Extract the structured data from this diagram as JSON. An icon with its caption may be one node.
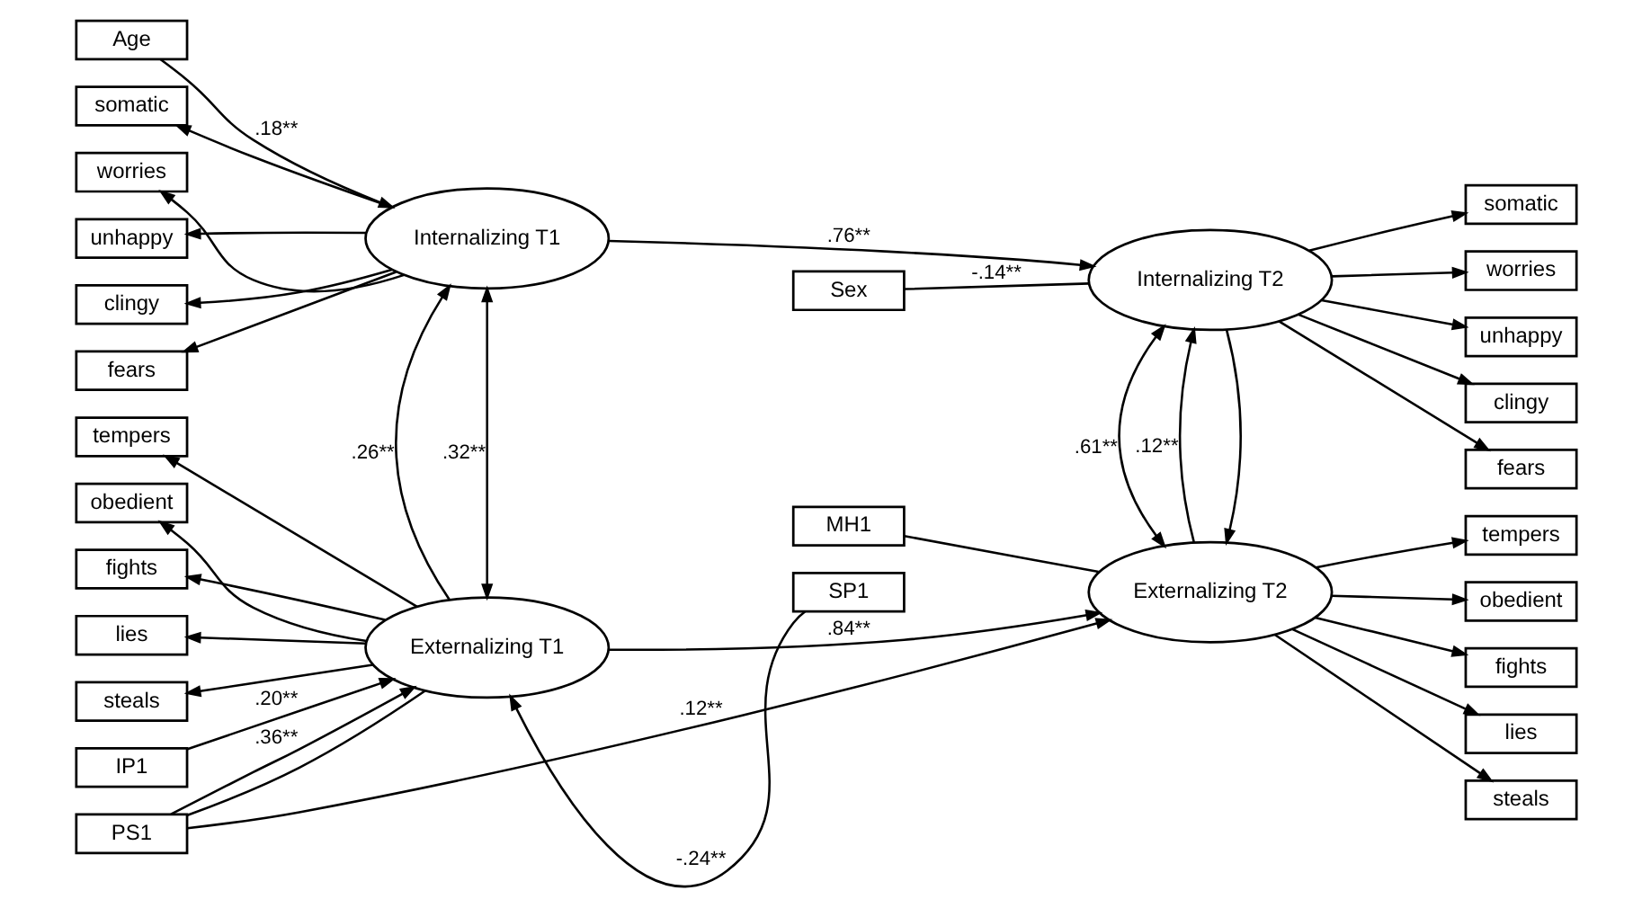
{
  "diagram": {
    "nodes": [
      {
        "text": [
          "Age"
        ]
      },
      {
        "text": [
          "Sex"
        ]
      },
      {
        "text": [
          "somatic"
        ]
      },
      {
        "text": [
          "worries"
        ]
      },
      {
        "text": [
          "unhappy"
        ]
      },
      {
        "text": [
          "clingy"
        ]
      },
      {
        "text": [
          "fears"
        ]
      },
      {
        "text": [
          "Internalizing T1"
        ]
      },
      {
        "text": [
          "Internalizing T2"
        ]
      },
      {
        "text": [
          "somatic"
        ]
      },
      {
        "text": [
          "worries"
        ]
      },
      {
        "text": [
          "unhappy"
        ]
      },
      {
        "text": [
          "clingy"
        ]
      },
      {
        "text": [
          "fears"
        ]
      },
      {
        "text": [
          "tempers"
        ]
      },
      {
        "text": [
          "obedient"
        ]
      },
      {
        "text": [
          "fights"
        ]
      },
      {
        "text": [
          "lies"
        ]
      },
      {
        "text": [
          "steals"
        ]
      },
      {
        "text": [
          "Externalizing T1"
        ]
      },
      {
        "text": [
          "Externalizing T2"
        ]
      },
      {
        "text": [
          "tempers"
        ]
      },
      {
        "text": [
          "obedient"
        ]
      },
      {
        "text": [
          "fights"
        ]
      },
      {
        "text": [
          "lies"
        ]
      },
      {
        "text": [
          "steals"
        ]
      },
      {
        "text": [
          "IP1"
        ]
      },
      {
        "text": [
          "PS1"
        ]
      },
      {
        "text": [
          "MH1"
        ]
      },
      {
        "text": [
          "SP1"
        ]
      }
    ],
    "edges": [
      {
        "from": 0,
        "to": 7,
        "arrow": "to",
        "label": ".18**"
      },
      {
        "from": 1,
        "to": 8,
        "arrow": "none",
        "label": "-.14**"
      },
      {
        "from": 7,
        "to": 2,
        "arrow": "to"
      },
      {
        "from": 7,
        "to": 3,
        "arrow": "to"
      },
      {
        "from": 7,
        "to": 4,
        "arrow": "to"
      },
      {
        "from": 7,
        "to": 5,
        "arrow": "to"
      },
      {
        "from": 7,
        "to": 6,
        "arrow": "to"
      },
      {
        "from": 8,
        "to": 9,
        "arrow": "to"
      },
      {
        "from": 8,
        "to": 10,
        "arrow": "to"
      },
      {
        "from": 8,
        "to": 11,
        "arrow": "to"
      },
      {
        "from": 8,
        "to": 12,
        "arrow": "to"
      },
      {
        "from": 8,
        "to": 13,
        "arrow": "to"
      },
      {
        "from": 7,
        "to": 8,
        "arrow": "to",
        "label": ".76**"
      },
      {
        "from": 7,
        "to": 19,
        "arrow": "both",
        "label": ".32**"
      },
      {
        "from": 19,
        "to": 7,
        "arrow": "to",
        "label": ".26**"
      },
      {
        "from": 8,
        "to": 20,
        "arrow": "to"
      },
      {
        "from": 20,
        "to": 8,
        "arrow": "to",
        "label": ".12**"
      },
      {
        "from": 8,
        "to": 20,
        "arrow": "both",
        "label": ".61**"
      },
      {
        "from": 19,
        "to": 14,
        "arrow": "to"
      },
      {
        "from": 19,
        "to": 15,
        "arrow": "to"
      },
      {
        "from": 19,
        "to": 16,
        "arrow": "to"
      },
      {
        "from": 19,
        "to": 17,
        "arrow": "to"
      },
      {
        "from": 19,
        "to": 18,
        "arrow": "to"
      },
      {
        "from": 20,
        "to": 21,
        "arrow": "to"
      },
      {
        "from": 20,
        "to": 22,
        "arrow": "to"
      },
      {
        "from": 20,
        "to": 23,
        "arrow": "to"
      },
      {
        "from": 20,
        "to": 24,
        "arrow": "to"
      },
      {
        "from": 20,
        "to": 25,
        "arrow": "to"
      },
      {
        "from": 19,
        "to": 20,
        "arrow": "to",
        "label": ".84**"
      },
      {
        "from": 26,
        "to": 19,
        "arrow": "to",
        "label": ".20**"
      },
      {
        "from": 27,
        "to": 19,
        "arrow": "to",
        "label": ".36**"
      },
      {
        "from": 27,
        "to": 19,
        "arrow": "none"
      },
      {
        "from": 27,
        "to": 20,
        "arrow": "to",
        "label": ".12**"
      },
      {
        "from": 28,
        "to": 20,
        "arrow": "none"
      },
      {
        "from": 29,
        "to": 19,
        "arrow": "to",
        "label": "-.24**"
      }
    ]
  }
}
